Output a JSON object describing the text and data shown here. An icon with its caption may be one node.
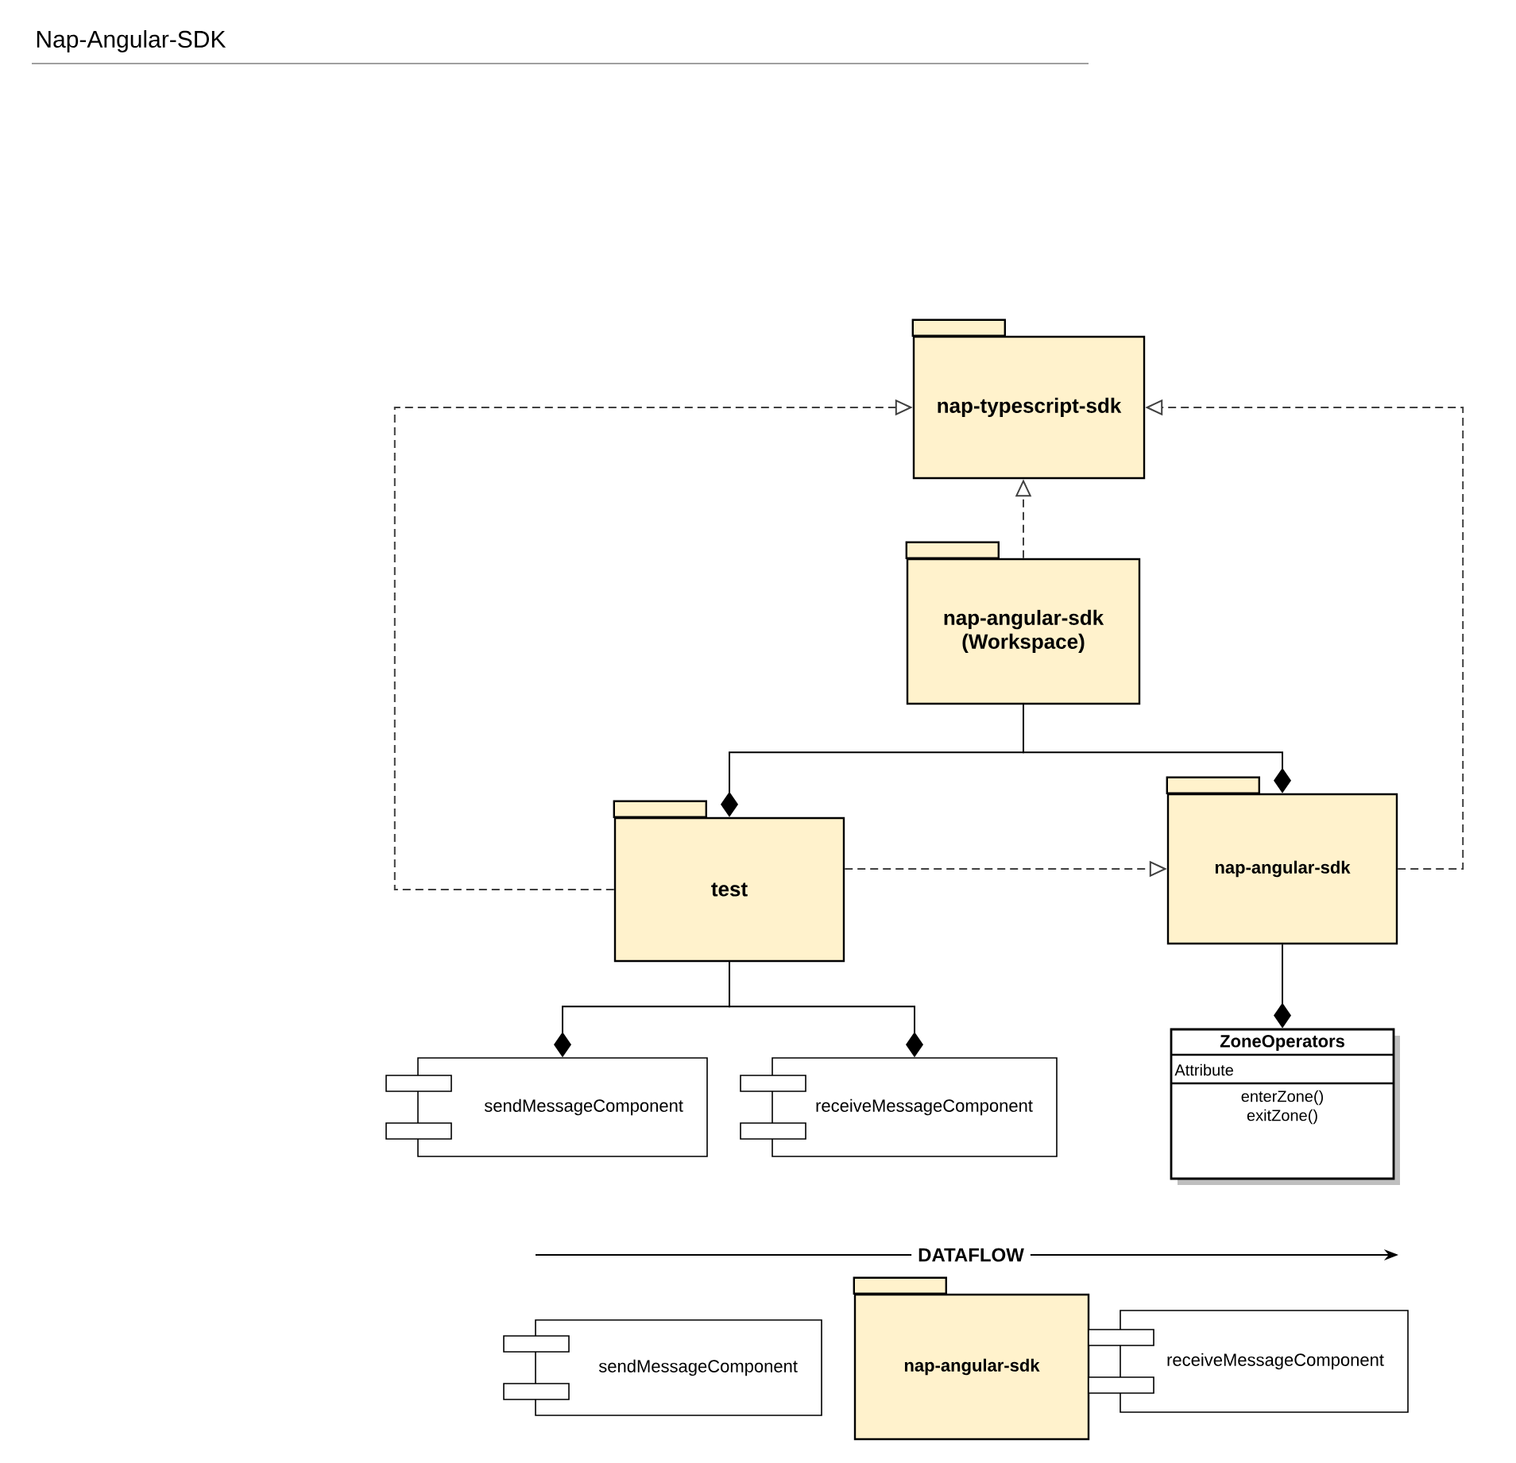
{
  "diagram": {
    "title": "Nap-Angular-SDK",
    "nodes": [
      {
        "text": [
          "nap-typescript-sdk"
        ]
      },
      {
        "text": [
          "nap-angular-sdk (Workspace)"
        ]
      },
      {
        "text": [
          "test"
        ]
      },
      {
        "text": [
          "nap-angular-sdk"
        ]
      },
      {
        "text": [
          "sendMessageComponent"
        ]
      },
      {
        "text": [
          "receiveMessageComponent"
        ]
      },
      {
        "text": [
          "ZoneOperators",
          "Attribute",
          "enterZone()",
          "exitZone()"
        ]
      },
      {
        "text": [
          "sendMessageComponent"
        ]
      },
      {
        "text": [
          "nap-angular-sdk"
        ]
      },
      {
        "text": [
          "receiveMessageComponent"
        ]
      }
    ],
    "edges": [
      {
        "from": 1,
        "to": 0,
        "arrow": "to",
        "style": "dashed"
      },
      {
        "from": 2,
        "to": 0,
        "arrow": "to",
        "style": "dashed"
      },
      {
        "from": 3,
        "to": 0,
        "arrow": "to",
        "style": "dashed"
      },
      {
        "from": 2,
        "to": 3,
        "arrow": "to",
        "style": "dashed"
      },
      {
        "from": 1,
        "to": 2,
        "arrow": "other"
      },
      {
        "from": 1,
        "to": 3,
        "arrow": "other"
      },
      {
        "from": 2,
        "to": 4,
        "arrow": "other"
      },
      {
        "from": 2,
        "to": 5,
        "arrow": "other"
      },
      {
        "from": 3,
        "to": 6,
        "arrow": "other"
      }
    ],
    "labels": [
      "DATAFLOW"
    ]
  }
}
